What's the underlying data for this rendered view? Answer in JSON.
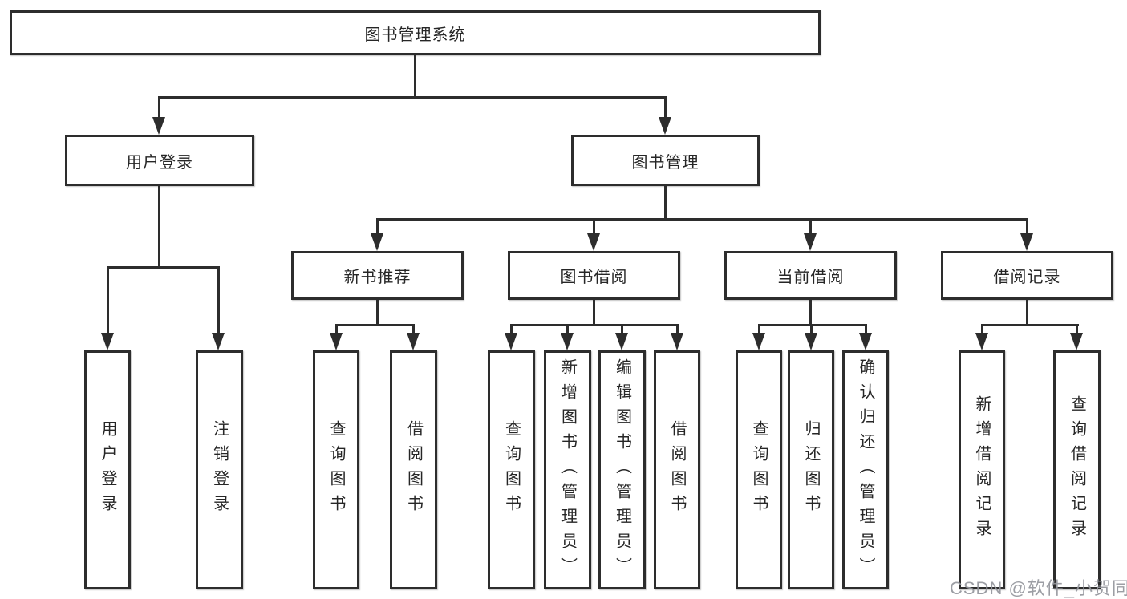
{
  "diagram": {
    "root": {
      "label": "图书管理系统"
    },
    "user": {
      "label": "用户登录",
      "children": [
        {
          "label": "用户登录"
        },
        {
          "label": "注销登录"
        }
      ]
    },
    "mgmt": {
      "label": "图书管理",
      "groups": [
        {
          "label": "新书推荐",
          "children": [
            {
              "label": "查询图书"
            },
            {
              "label": "借阅图书"
            }
          ]
        },
        {
          "label": "图书借阅",
          "children": [
            {
              "label": "查询图书"
            },
            {
              "label": "新增图书（管理员）"
            },
            {
              "label": "编辑图书（管理员）"
            },
            {
              "label": "借阅图书"
            }
          ]
        },
        {
          "label": "当前借阅",
          "children": [
            {
              "label": "查询图书"
            },
            {
              "label": "归还图书"
            },
            {
              "label": "确认归还（管理员）"
            }
          ]
        },
        {
          "label": "借阅记录",
          "children": [
            {
              "label": "新增借阅记录"
            },
            {
              "label": "查询借阅记录"
            }
          ]
        }
      ]
    }
  },
  "watermark": {
    "text": "CSDN @软件_小贺同学"
  },
  "colors": {
    "line": "#2d2d2d",
    "background": "#ffffff",
    "watermark": "#94969c"
  }
}
